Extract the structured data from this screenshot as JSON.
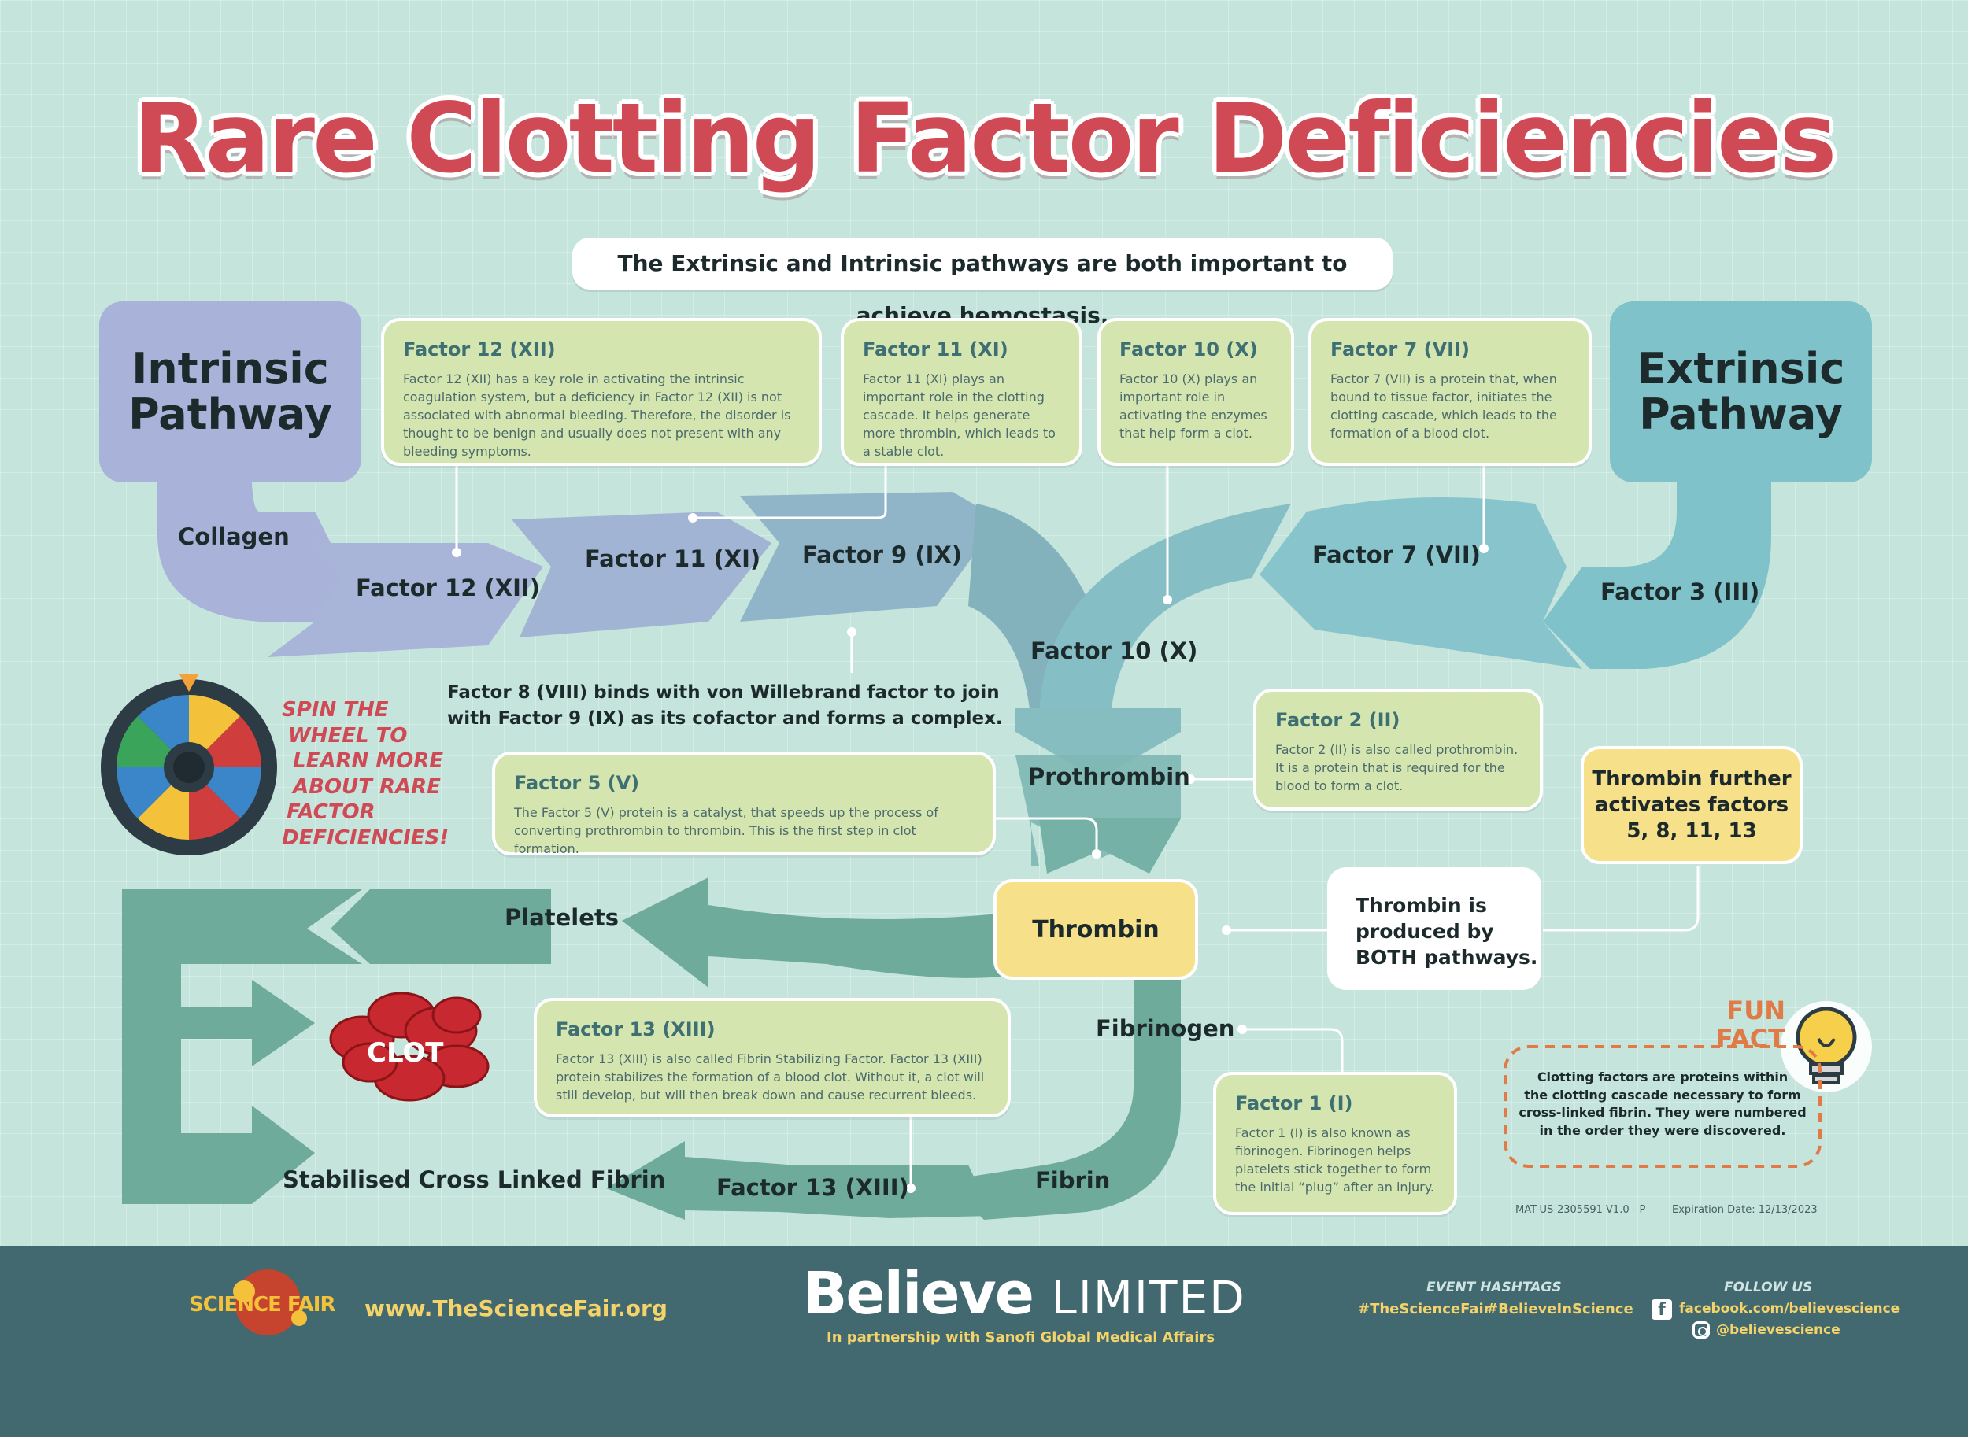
{
  "title": "Rare Clotting Factor Deficiencies",
  "subtitle": "The Extrinsic and Intrinsic pathways are both important to achieve hemostasis.",
  "colors": {
    "intrinsic": "#a9b2d8",
    "extrinsic": "#7fc2c9",
    "card": "#d5e5b0",
    "lower_flow": "#6fab9a",
    "title": "#cf4a55",
    "highlight": "#f6e08a",
    "footer": "#436970"
  },
  "intrinsic": {
    "line1": "Intrinsic",
    "line2": "Pathway"
  },
  "extrinsic": {
    "line1": "Extrinsic",
    "line2": "Pathway"
  },
  "cards": {
    "f12": {
      "title": "Factor 12 (XII)",
      "body": "Factor 12 (XII) has a key role in activating the intrinsic coagulation system, but a deficiency in Factor 12 (XII) is not associated with abnormal bleeding. Therefore, the disorder is thought to be benign and usually does not present with any bleeding symptoms."
    },
    "f11": {
      "title": "Factor 11 (XI)",
      "body": "Factor 11 (XI) plays an important role in the clotting cascade. It helps generate more thrombin, which leads to a stable clot."
    },
    "f10": {
      "title": "Factor 10 (X)",
      "body": "Factor 10 (X) plays an important role in activating the enzymes that help form a clot."
    },
    "f7": {
      "title": "Factor 7 (VII)",
      "body": "Factor 7 (VII) is a protein that, when bound to tissue factor, initiates the clotting cascade, which leads to the formation of a blood clot."
    },
    "f2": {
      "title": "Factor 2 (II)",
      "body": "Factor 2 (II) is also called prothrombin. It is a protein that is required for the blood to form a clot."
    },
    "f5": {
      "title": "Factor 5 (V)",
      "body": "The Factor 5 (V) protein is a catalyst, that speeds up the process of converting prothrombin to thrombin. This is the first step in clot formation."
    },
    "f13": {
      "title": "Factor 13 (XIII)",
      "body": "Factor 13 (XIII) is also called Fibrin Stabilizing Factor. Factor 13 (XIII) protein stabilizes the formation of a blood clot. Without it, a clot will still develop, but will then break down and cause recurrent bleeds."
    },
    "f1": {
      "title": "Factor 1 (I)",
      "body": "Factor 1 (I) is also known as fibrinogen. Fibrinogen helps platelets stick together to form the initial “plug” after an injury."
    }
  },
  "flow_labels": {
    "collagen": "Collagen",
    "f12": "Factor 12 (XII)",
    "f11": "Factor 11 (XI)",
    "f9": "Factor 9 (IX)",
    "f10": "Factor 10 (X)",
    "f7": "Factor 7 (VII)",
    "f3": "Factor 3 (III)",
    "prothrombin": "Prothrombin",
    "thrombin": "Thrombin",
    "fibrinogen": "Fibrinogen",
    "fibrin": "Fibrin",
    "platelets": "Platelets",
    "f13": "Factor 13 (XIII)",
    "stabilised": "Stabilised Cross Linked Fibrin",
    "clot": "CLOT"
  },
  "factor8_note": {
    "line1": "Factor 8 (VIII) binds with von Willebrand factor to join",
    "line2": "with Factor 9 (IX) as its cofactor and forms a complex."
  },
  "spin": [
    "SPIN THE",
    "WHEEL TO",
    "LEARN MORE",
    "ABOUT RARE",
    "FACTOR",
    "DEFICIENCIES!"
  ],
  "thrombin_further": {
    "line1": "Thrombin further",
    "line2": "activates factors",
    "line3": "5, 8, 11, 13"
  },
  "thrombin_both": {
    "line1": "Thrombin is",
    "line2": "produced by",
    "line3": "BOTH pathways."
  },
  "fun_fact": {
    "label1": "FUN",
    "label2": "FACT",
    "lines": [
      "Clotting factors are proteins within",
      "the clotting cascade necessary to form",
      "cross-linked fibrin. They were numbered",
      "in the order they were discovered."
    ]
  },
  "meta": {
    "code": "MAT-US-2305591 V1.0 - P",
    "expiration": "Expiration Date: 12/13/2023"
  },
  "footer": {
    "logo_text": "SCIENCE FAIR",
    "website": "www.TheScienceFair.org",
    "brand_bold": "Believe",
    "brand_light": "LIMITED",
    "partnership": "In partnership with Sanofi Global Medical Affairs",
    "hashtags_title": "EVENT HASHTAGS",
    "hashtag1": "#TheScienceFair",
    "hashtag2": "#BelieveInScience",
    "follow_title": "FOLLOW US",
    "facebook": "facebook.com/believescience",
    "instagram": "@believescience"
  }
}
